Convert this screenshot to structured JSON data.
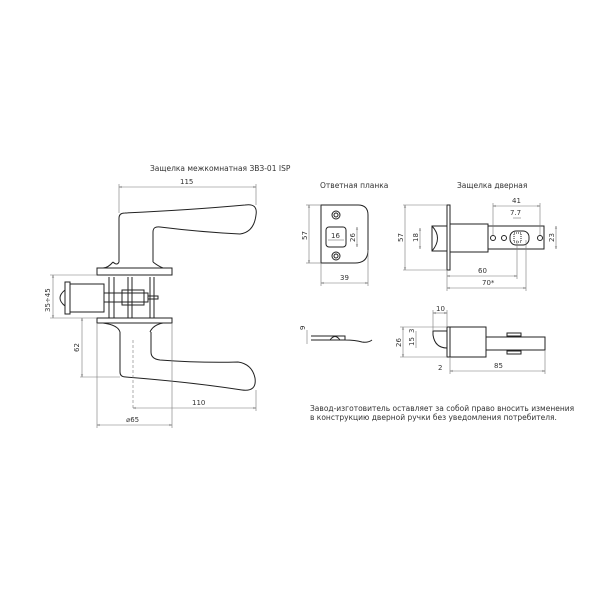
{
  "title": "Защелка межкомнатная ЗВЗ-01 ISP",
  "strike_plate": {
    "title": "Ответная планка",
    "dims": {
      "height": "57",
      "width": "39",
      "opening_w": "16",
      "opening_h": "26",
      "thickness": "9"
    }
  },
  "latch": {
    "title": "Защелка дверная",
    "dims": {
      "height": "57",
      "tongue": "18",
      "hole_spacing": "41",
      "square": "7.7",
      "body": "23",
      "backset": "60",
      "backset_alt": "70*",
      "tongue_len": "10",
      "side_h": "26",
      "side_15": "15",
      "side_3": "3",
      "plate": "2",
      "total": "85"
    }
  },
  "handle": {
    "dims": {
      "lever": "115",
      "door": "35÷45",
      "height": "62",
      "lever_low": "110",
      "rosette": "⌀65"
    }
  },
  "note": [
    "Завод-изготовитель оставляет за собой право вносить изменения",
    "в конструкцию дверной ручки без уведомления потребителя."
  ]
}
